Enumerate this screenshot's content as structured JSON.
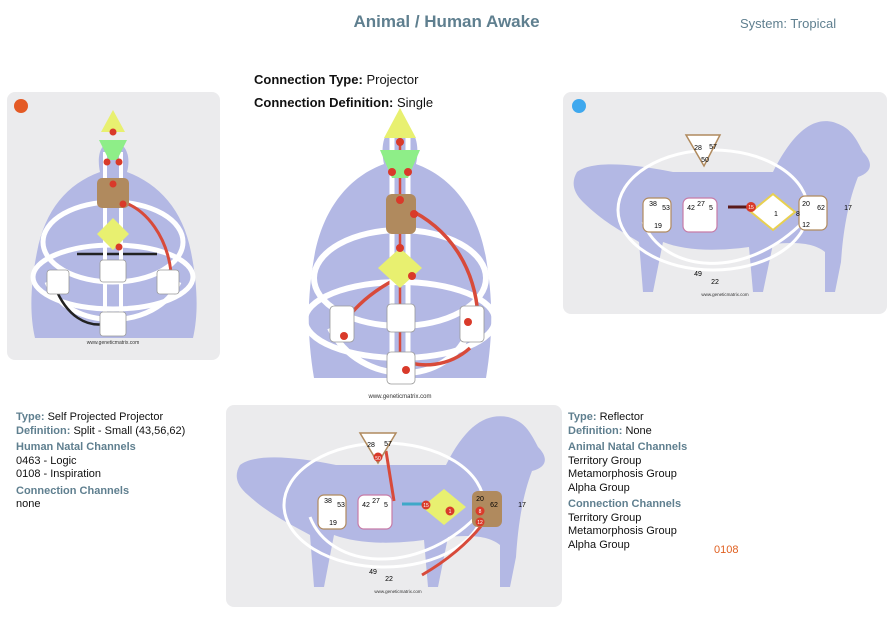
{
  "header": {
    "title": "Animal / Human Awake",
    "system": "System: Tropical"
  },
  "connection": {
    "type_label": "Connection Type:",
    "type_value": "Projector",
    "definition_label": "Connection Definition:",
    "definition_value": "Single"
  },
  "human": {
    "dot_color": "#e45a25",
    "type_label": "Type:",
    "type_value": "Self Projected Projector",
    "definition_label": "Definition:",
    "definition_value": "Split - Small (43,56,62)",
    "natal_heading": "Human Natal Channels",
    "natal_channels": [
      "0463 - Logic",
      "0108 - Inspiration"
    ],
    "connection_heading": "Connection Channels",
    "connection_channels": [
      "none"
    ]
  },
  "animal": {
    "dot_color": "#3fa8ee",
    "type_label": "Type:",
    "type_value": "Reflector",
    "definition_label": "Definition:",
    "definition_value": "None",
    "natal_heading": "Animal Natal Channels",
    "natal_channels": [
      "Territory Group",
      "Metamorphosis Group",
      "Alpha Group"
    ],
    "connection_heading": "Connection Channels",
    "connection_channels": [
      "Territory Group",
      "Metamorphosis Group",
      "Alpha Group"
    ],
    "connection_highlight": "0108"
  },
  "watermark": "www.geneticmatrix.com",
  "colors": {
    "title": "#5f7f8f",
    "panel": "#ebebed",
    "silhouette": "#b3b8e4",
    "head_center": "#e8f070",
    "throat_center": "#8eee88",
    "g_center": "#b08a5e",
    "active_gate": "#d93a2a"
  },
  "dog_top": {
    "gates_top": [
      "28",
      "57",
      "50"
    ],
    "gates_left": [
      "38",
      "53",
      "19"
    ],
    "gates_mid": [
      "42",
      "27",
      "5"
    ],
    "gates_diamond": [
      "15",
      "1"
    ],
    "gates_right": [
      "20",
      "8",
      "62",
      "12",
      "17"
    ],
    "gates_bottom": [
      "49",
      "22"
    ]
  },
  "dog_bottom": {
    "gates_top": [
      "28",
      "57",
      "50"
    ],
    "gates_left": [
      "38",
      "53",
      "19"
    ],
    "gates_mid": [
      "42",
      "27",
      "5"
    ],
    "gates_diamond": [
      "15",
      "1"
    ],
    "gates_right": [
      "20",
      "8",
      "62",
      "12",
      "17"
    ],
    "gates_bottom": [
      "49",
      "22"
    ]
  }
}
